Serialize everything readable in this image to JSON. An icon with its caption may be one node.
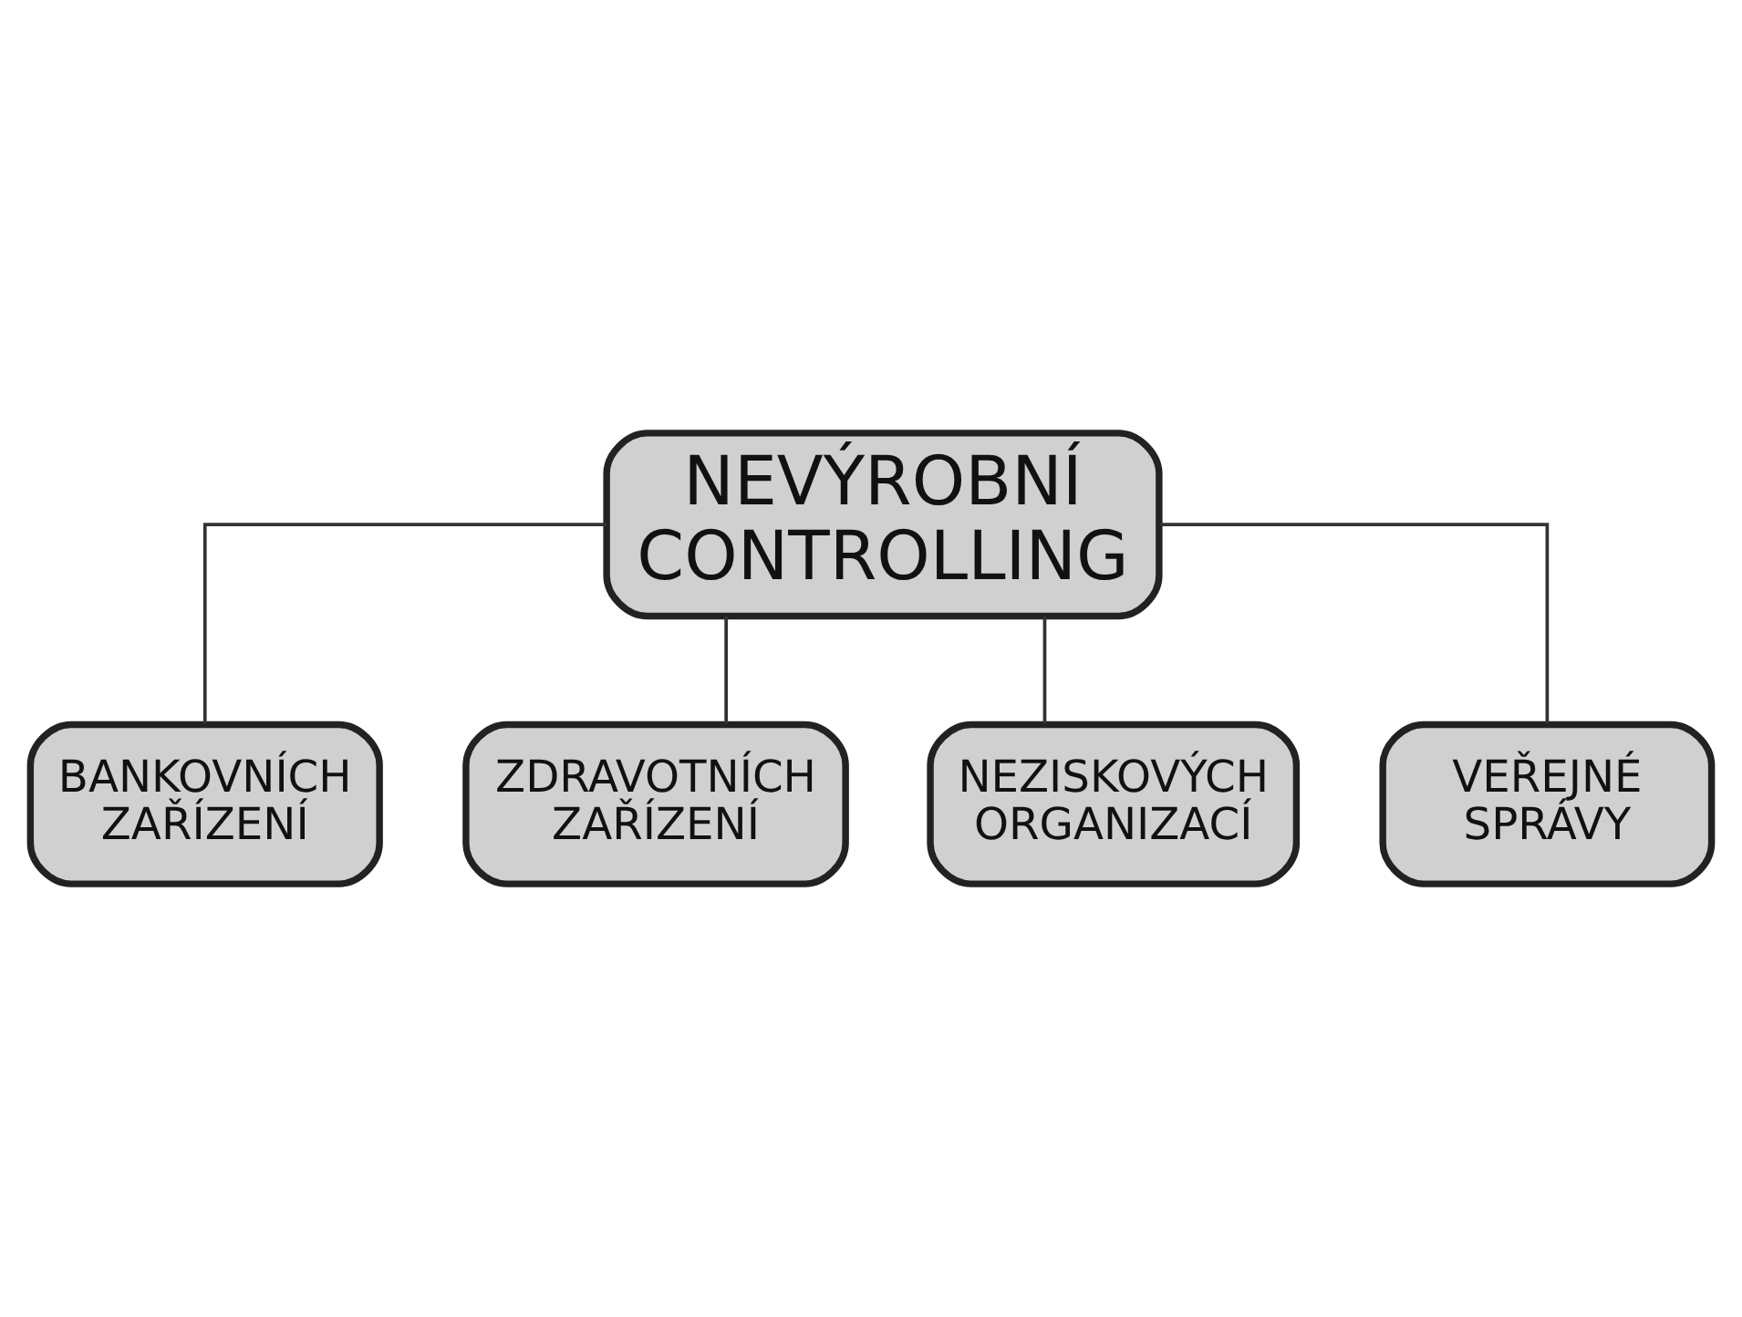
{
  "diagram": {
    "nodes": [
      {
        "text": [
          "NEVÝROBNÍ CONTROLLING"
        ]
      },
      {
        "text": [
          "BANKOVNÍCH ZAŘÍZENÍ"
        ]
      },
      {
        "text": [
          "ZDRAVOTNÍCH ZAŘÍZENÍ"
        ]
      },
      {
        "text": [
          "NEZISKOVÝCH ORGANIZACÍ"
        ]
      },
      {
        "text": [
          "VEŘEJNÉ SPRÁVY"
        ]
      }
    ],
    "edges": [
      {
        "from": 0,
        "to": 1,
        "arrow": "none"
      },
      {
        "from": 0,
        "to": 2,
        "arrow": "none"
      },
      {
        "from": 0,
        "to": 3,
        "arrow": "none"
      },
      {
        "from": 0,
        "to": 4,
        "arrow": "none"
      }
    ]
  }
}
